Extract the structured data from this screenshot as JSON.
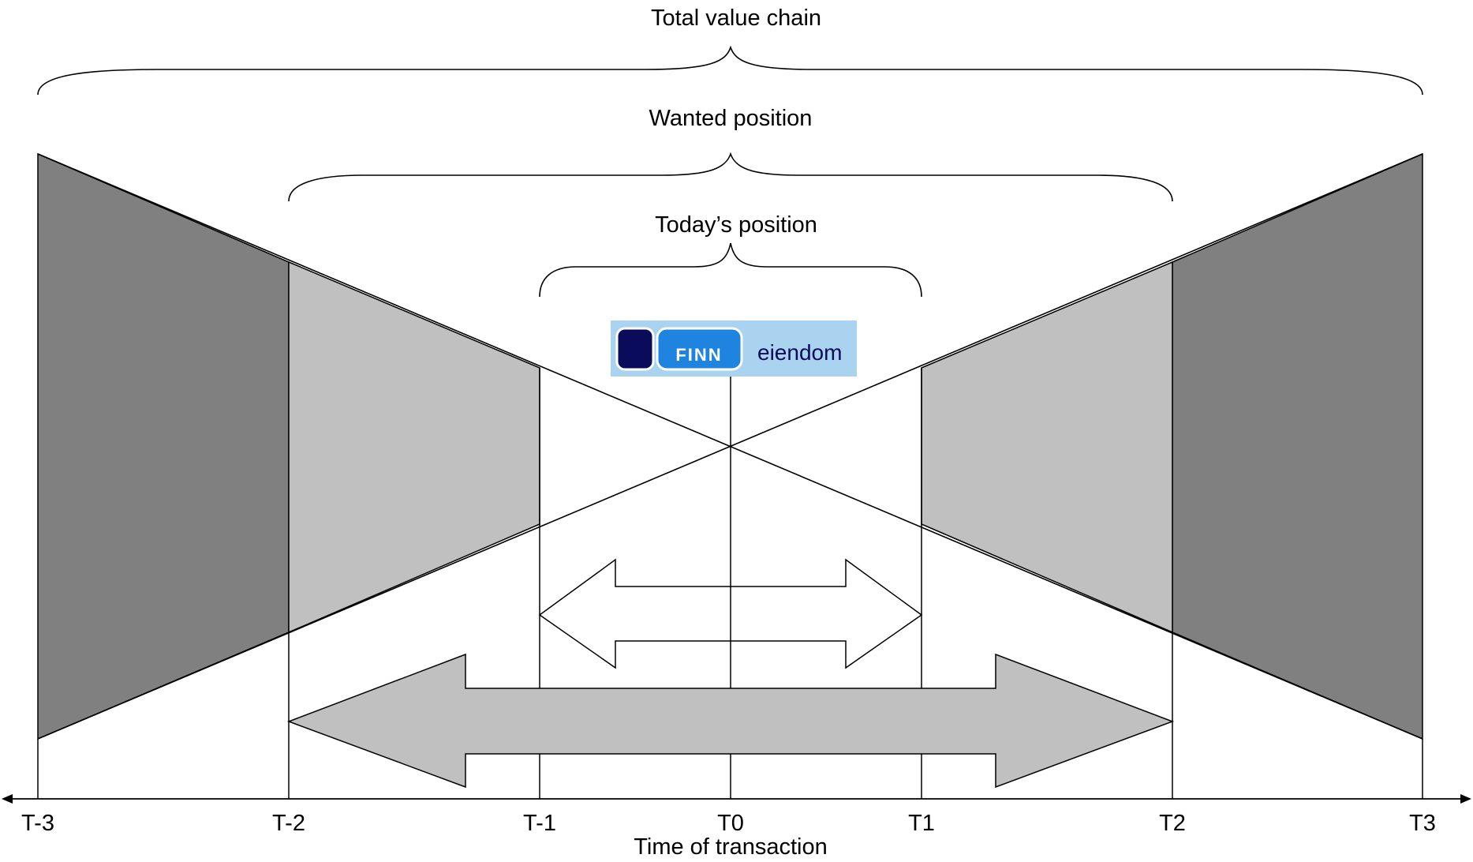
{
  "labels": {
    "total": "Total value chain",
    "wanted": "Wanted position",
    "today": "Today’s position",
    "axis": "Time of transaction"
  },
  "ticks": [
    "T-3",
    "T-2",
    "T-1",
    "T0",
    "T1",
    "T2",
    "T3"
  ],
  "logo": {
    "wordmark": "FINN",
    "caption": "eiendom"
  },
  "colors": {
    "dark_fill": "#808080",
    "light_fill": "#c0c0c0",
    "logo_bg": "#a9d3ef",
    "logo_blue": "#1f84e0",
    "logo_navy": "#0b0b5c"
  }
}
